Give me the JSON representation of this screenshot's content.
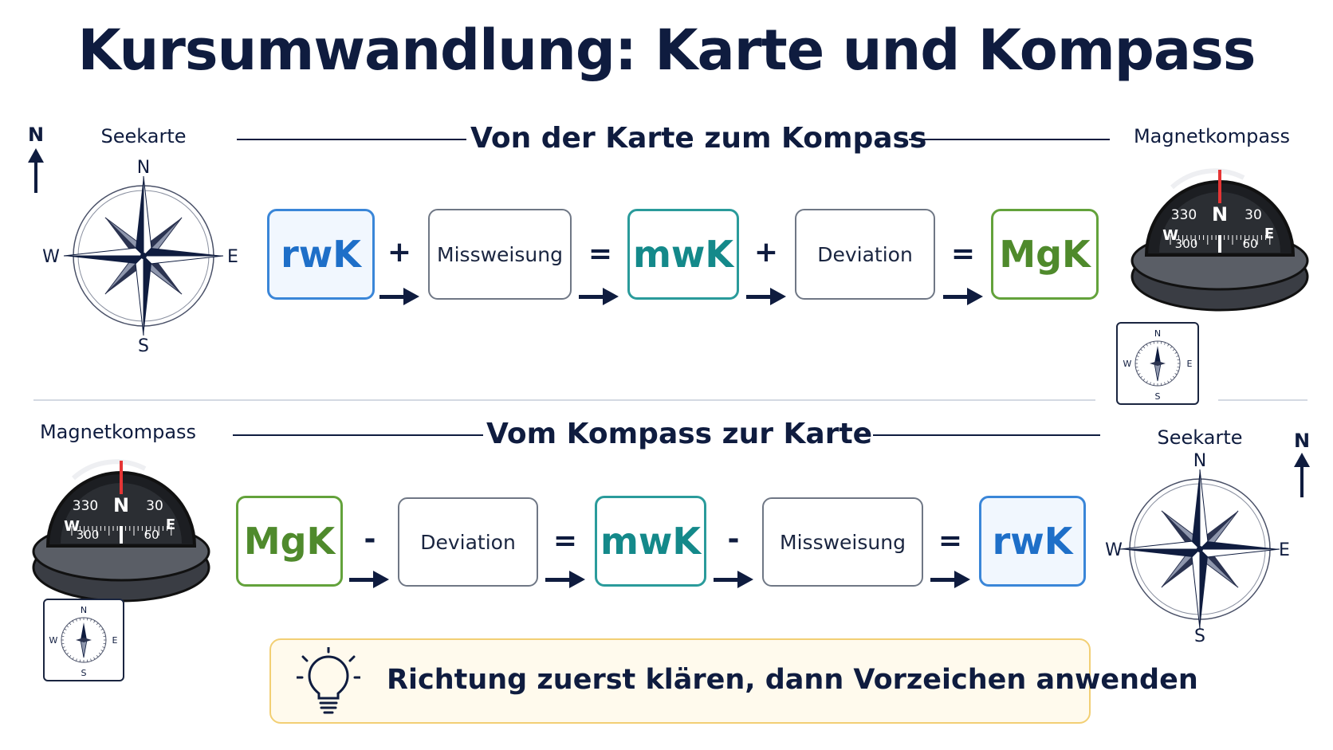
{
  "title": "Kursumwandlung: Karte und Kompass",
  "top_section": {
    "heading": "Von der Karte zum Kompass",
    "left_label": "Seekarte",
    "right_label": "Magnetkompass",
    "north": "N",
    "steps": [
      {
        "text": "rwK",
        "kind": "abbr",
        "color": "blue"
      },
      {
        "text": "+",
        "kind": "op"
      },
      {
        "text": "Missweisung",
        "kind": "word"
      },
      {
        "text": "=",
        "kind": "op"
      },
      {
        "text": "mwK",
        "kind": "abbr",
        "color": "teal"
      },
      {
        "text": "+",
        "kind": "op"
      },
      {
        "text": "Deviation",
        "kind": "word"
      },
      {
        "text": "=",
        "kind": "op"
      },
      {
        "text": "MgK",
        "kind": "abbr",
        "color": "green"
      }
    ]
  },
  "bottom_section": {
    "heading": "Vom Kompass zur Karte",
    "left_label": "Magnetkompass",
    "right_label": "Seekarte",
    "north": "N",
    "steps": [
      {
        "text": "MgK",
        "kind": "abbr",
        "color": "green"
      },
      {
        "text": "-",
        "kind": "op"
      },
      {
        "text": "Deviation",
        "kind": "word"
      },
      {
        "text": "=",
        "kind": "op"
      },
      {
        "text": "mwK",
        "kind": "abbr",
        "color": "teal"
      },
      {
        "text": "-",
        "kind": "op"
      },
      {
        "text": "Missweisung",
        "kind": "word"
      },
      {
        "text": "=",
        "kind": "op"
      },
      {
        "text": "rwK",
        "kind": "abbr",
        "color": "blue"
      }
    ]
  },
  "compass_rose": {
    "n": "N",
    "e": "E",
    "s": "S",
    "w": "W"
  },
  "magnet_compass_dial": {
    "n": "N",
    "e": "E",
    "w": "W",
    "t330": "330",
    "t30": "30",
    "t300": "300",
    "t60": "60"
  },
  "tip": {
    "text": "Richtung zuerst klären, dann Vorzeichen anwenden",
    "icon": "lightbulb-icon"
  },
  "colors": {
    "navy": "#0f1c3f",
    "blue": "#1e6fc8",
    "teal": "#14898a",
    "green": "#4f8a2c",
    "tip_border": "#f2cf74"
  }
}
